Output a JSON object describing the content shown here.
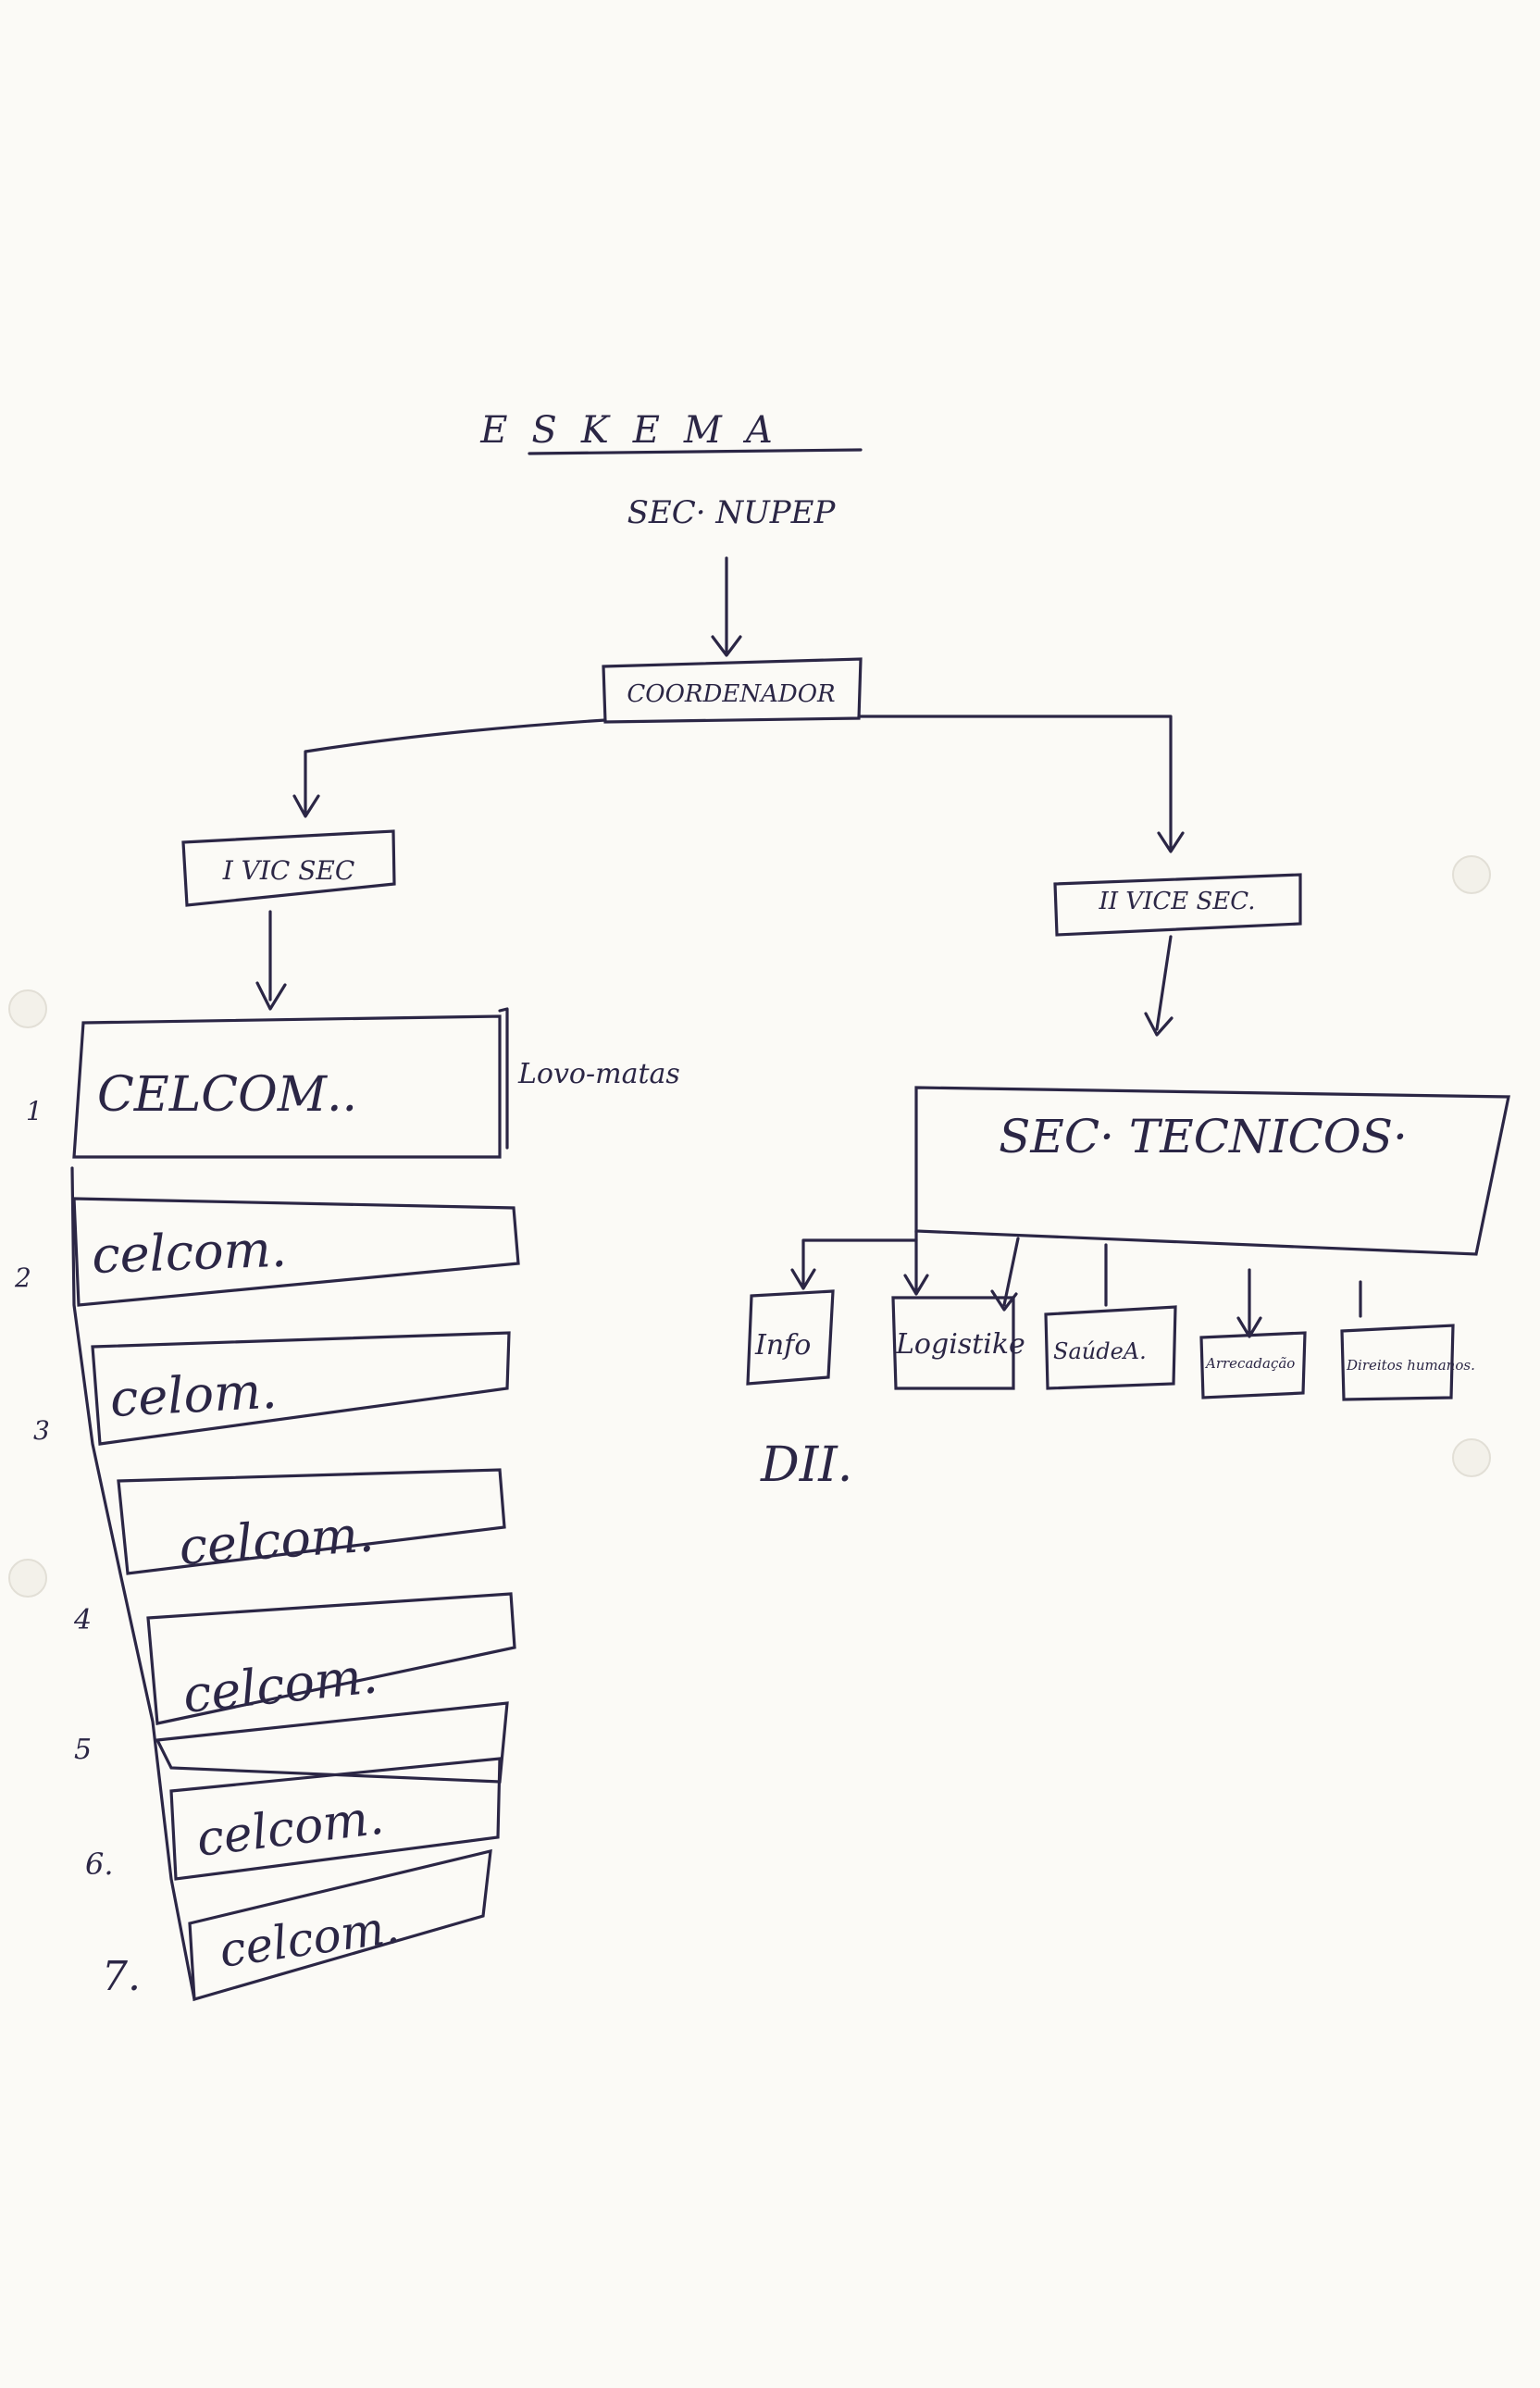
{
  "title": "ESKEMA",
  "top_label": "SEC· NUPEP",
  "coordinator": "COORDENADOR",
  "vice_sec_1": "I VIC SEC",
  "vice_sec_2": "II VICE SEC.",
  "side_note": "Lovo-matas",
  "sec_tecnicos": "SEC· TECNICOS·",
  "technical_units": [
    {
      "label": "Info"
    },
    {
      "label": "Logistike"
    },
    {
      "label": "SaúdeA."
    },
    {
      "label": "Arrecadação"
    },
    {
      "label": "Direitos humanos."
    }
  ],
  "cells": [
    {
      "number": "1",
      "label": "CELCOM.."
    },
    {
      "number": "2",
      "label": "celcom."
    },
    {
      "number": "3",
      "label": "celom."
    },
    {
      "number": "4",
      "label": "celcom."
    },
    {
      "number": "5",
      "label": "celcom."
    },
    {
      "number": "6.",
      "label": "celcom."
    },
    {
      "number": "7.",
      "label": "celcom."
    }
  ],
  "note_dii": "DII."
}
